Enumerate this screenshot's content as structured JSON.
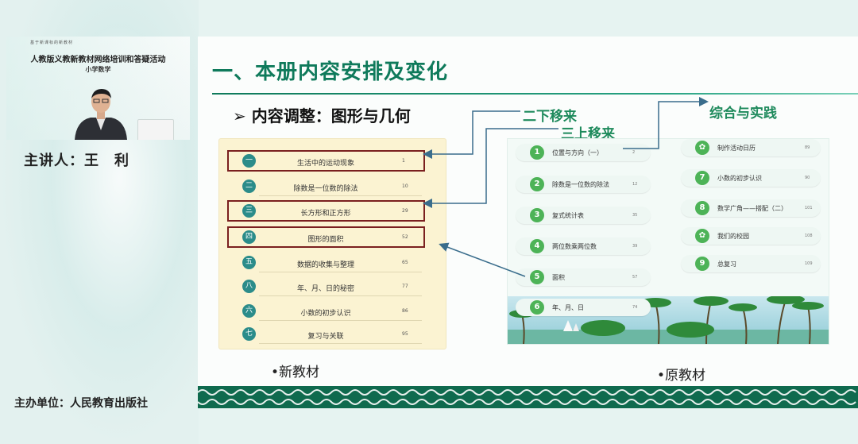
{
  "webcam": {
    "small_caption": "基于新课标的新教材",
    "title": "人教版义教新教材网络培训和答疑活动",
    "subject": "小学数学"
  },
  "speaker_label": "主讲人：王　利",
  "organizer": "主办单位：人民教育出版社",
  "slide": {
    "title": "一、本册内容安排及变化",
    "section_heading": "➢ 内容调整：图形与几何",
    "callouts": {
      "from_grade2_down": "二下移来",
      "from_grade3_up": "三上移来",
      "to_integrated_practice": "综合与实践"
    },
    "new_textbook": {
      "caption": "•新教材",
      "rows": [
        {
          "badge": "一",
          "label": "生活中的运动现象",
          "page": "1",
          "highlighted": true
        },
        {
          "badge": "二",
          "label": "除数是一位数的除法",
          "page": "10",
          "highlighted": false
        },
        {
          "badge": "三",
          "label": "长方形和正方形",
          "page": "29",
          "highlighted": true
        },
        {
          "badge": "四",
          "label": "图形的面积",
          "page": "52",
          "highlighted": true
        },
        {
          "badge": "五",
          "label": "数据的收集与整理",
          "page": "65",
          "highlighted": false
        },
        {
          "badge": "八",
          "label": "年、月、日的秘密",
          "page": "77",
          "highlighted": false
        },
        {
          "badge": "六",
          "label": "小数的初步认识",
          "page": "86",
          "highlighted": false
        },
        {
          "badge": "七",
          "label": "复习与关联",
          "page": "95",
          "highlighted": false
        }
      ]
    },
    "old_textbook": {
      "caption": "•原教材",
      "left_rows": [
        {
          "num": "1",
          "label": "位置与方向（一）",
          "page": "2"
        },
        {
          "num": "2",
          "label": "除数是一位数的除法",
          "page": "12"
        },
        {
          "num": "3",
          "label": "复式统计表",
          "page": "35"
        },
        {
          "num": "4",
          "label": "两位数乘两位数",
          "page": "39"
        },
        {
          "num": "5",
          "label": "面积",
          "page": "57"
        },
        {
          "num": "6",
          "label": "年、月、日",
          "page": "74"
        }
      ],
      "right_rows": [
        {
          "num": "",
          "label": "制作活动日历",
          "page": "89"
        },
        {
          "num": "7",
          "label": "小数的初步认识",
          "page": "90"
        },
        {
          "num": "8",
          "label": "数学广角——搭配（二）",
          "page": "101"
        },
        {
          "num": "",
          "label": "我们的校园",
          "page": "108"
        },
        {
          "num": "9",
          "label": "总复习",
          "page": "109"
        }
      ]
    }
  },
  "colors": {
    "title_green": "#0f7a5b",
    "callout_green": "#1e8a5c",
    "highlight_box": "#7a2020",
    "arrow_blue": "#3a6d8c",
    "badge_teal": "#2b8c8a",
    "old_number_green": "#4db357"
  }
}
